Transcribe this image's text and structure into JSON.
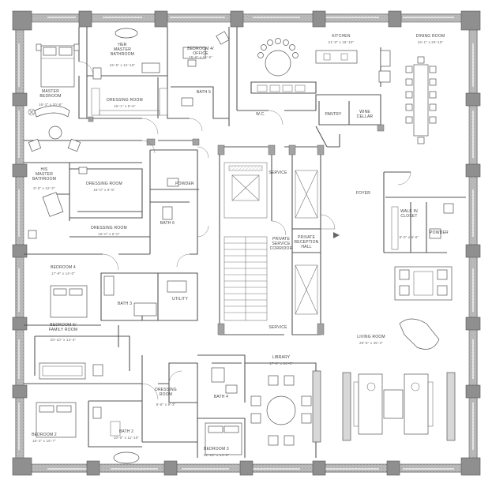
{
  "rooms": {
    "master_bedroom": {
      "name": "MASTER\nBEDROOM",
      "dim": "16'-2\" x 20'-6\""
    },
    "her_master_bath": {
      "name": "HER\nMASTER\nBATHROOM",
      "dim": "15'-6\" x 12'-10\""
    },
    "dressing_room_top": {
      "name": "DRESSING ROOM",
      "dim": "16'-1\" x 9'-6\""
    },
    "bedroom_office": {
      "name": "BEDROOM 4/\nOFFICE",
      "dim": "15'-6\" x 15'-6\""
    },
    "bath_top": {
      "name": "BATH 5"
    },
    "kitchen": {
      "name": "KITCHEN",
      "dim": "21'-0\" x 18'-10\""
    },
    "dining_room": {
      "name": "DINING ROOM",
      "dim": "16'-1\" x 20'-10\""
    },
    "wc": {
      "name": "W.C."
    },
    "pantry": {
      "name": "PANTRY"
    },
    "wine_cellar": {
      "name": "WINE\nCELLAR"
    },
    "his_master_bath": {
      "name": "HIS\nMASTER\nBATHROOM",
      "dim": "9'-3\" x 12'-3\""
    },
    "dressing_room_mid": {
      "name": "DRESSING ROOM",
      "dim": "15'-0\" x 9'-6\""
    },
    "dressing_room_lower": {
      "name": "DRESSING ROOM",
      "dim": "16'-0\" x 6'-0\""
    },
    "powder_left": {
      "name": "POWDER"
    },
    "bath_6": {
      "name": "BATH 6"
    },
    "service": {
      "name": "SERVICE"
    },
    "private_service_corridor": {
      "name": "PRIVATE\nSERVICE\nCORRIDOR"
    },
    "private_reception_hall": {
      "name": "PRIVATE\nRECEPTION\nHALL"
    },
    "foyer": {
      "name": "FOYER"
    },
    "walk_in_closet": {
      "name": "WALK IN\nCLOSET",
      "dim": "8'-0\" x 6'-6\""
    },
    "powder_right": {
      "name": "POWDER"
    },
    "bedroom_a": {
      "name": "BEDROOM 4",
      "dim": "17'-9\" x 14'-0\""
    },
    "bath_3": {
      "name": "BATH 3"
    },
    "utility": {
      "name": "UTILITY"
    },
    "bedroom_family": {
      "name": "BEDROOM 6/\nFAMILY ROOM",
      "dim": "20'-10\" x 14'-4\""
    },
    "bedroom_2": {
      "name": "BEDROOM 2",
      "dim": "15'-2\" x 16'-7\""
    },
    "bath_2": {
      "name": "BATH 2",
      "dim": "10'-0\" x 11'-10\""
    },
    "dressing_room_small": {
      "name": "DRESSING\nROOM",
      "dim": "8'-8\" x 9'-3\""
    },
    "bath_4": {
      "name": "BATH 4"
    },
    "bedroom_3": {
      "name": "BEDROOM 3",
      "dim": "12'-10\" x 14'-6\""
    },
    "library": {
      "name": "LIBRARY",
      "dim": "17'-8\" x 24'-0\""
    },
    "living_room": {
      "name": "LIVING ROOM",
      "dim": "29'-6\" x 45'-4\""
    }
  }
}
